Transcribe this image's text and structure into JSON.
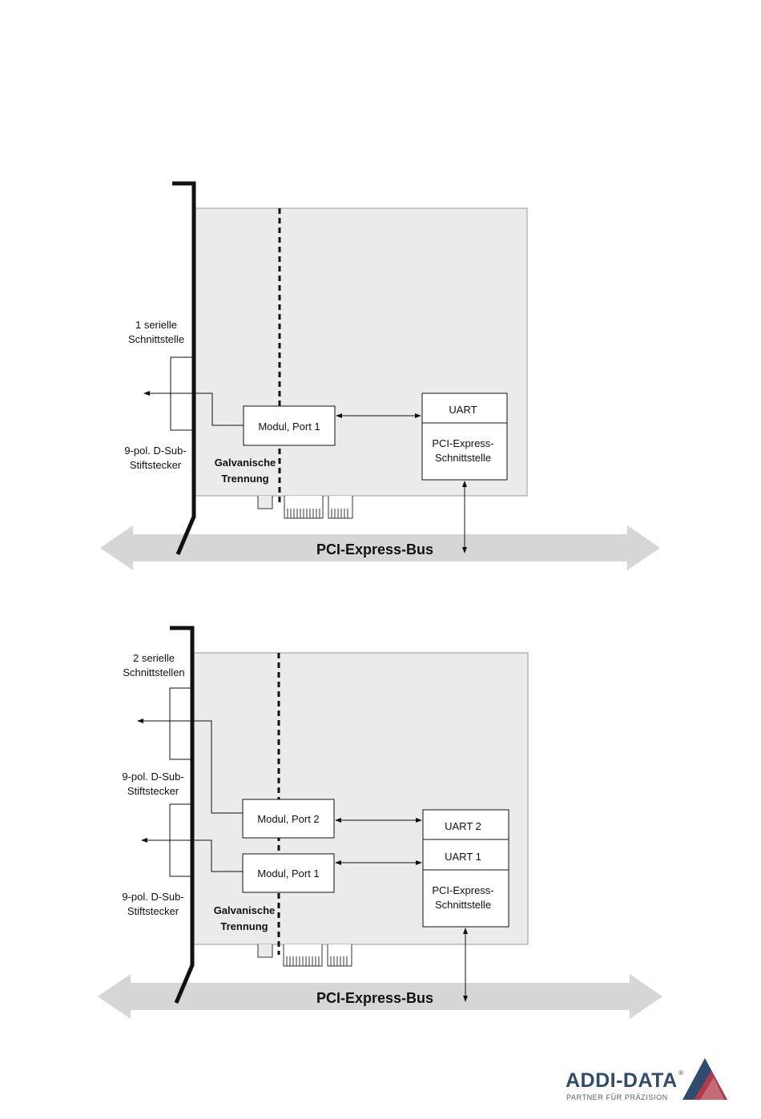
{
  "diagram1": {
    "interface_label": [
      "1 serielle",
      "Schnittstelle"
    ],
    "connector_label": [
      "9-pol. D-Sub-",
      "Stiftstecker"
    ],
    "isolation_label": [
      "Galvanische",
      "Trennung"
    ],
    "module_port1": "Modul, Port 1",
    "uart": "UART",
    "pcie_interface": [
      "PCI-Express-",
      "Schnittstelle"
    ],
    "bus_label": "PCI-Express-Bus"
  },
  "diagram2": {
    "interface_label": [
      "2 serielle",
      "Schnittstellen"
    ],
    "connector1_label": [
      "9-pol. D-Sub-",
      "Stiftstecker"
    ],
    "connector2_label": [
      "9-pol. D-Sub-",
      "Stiftstecker"
    ],
    "isolation_label": [
      "Galvanische",
      "Trennung"
    ],
    "module_port2": "Modul, Port 2",
    "module_port1": "Modul, Port 1",
    "uart2": "UART 2",
    "uart1": "UART 1",
    "pcie_interface": [
      "PCI-Express-",
      "Schnittstelle"
    ],
    "bus_label": "PCI-Express-Bus"
  },
  "logo": {
    "name": "ADDI-DATA",
    "registered": "®",
    "tagline": "PARTNER FÜR PRÄZISION",
    "colors": {
      "text": "#2f4b6e",
      "triangle_blue": "#2f4b6e",
      "triangle_red": "#b23a48"
    }
  },
  "colors": {
    "board": "#ebebeb",
    "bus_arrow": "#d6d6d6",
    "line": "#111111"
  }
}
